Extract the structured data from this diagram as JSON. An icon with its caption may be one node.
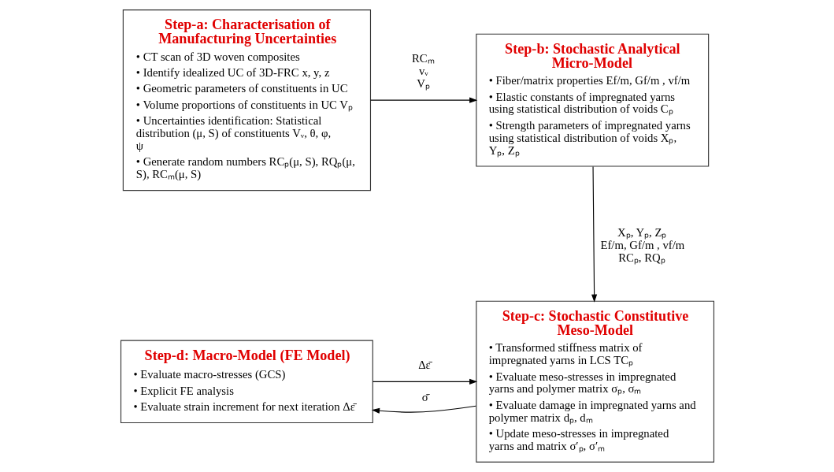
{
  "diagram": {
    "nodes": [
      {
        "text": [
          "Step-a: Characterisation of Manufacturing Uncertainties",
          "• CT scan of 3D woven composites",
          "• Identify idealized UC of 3D-FRC x, y, z",
          "• Geometric parameters of constituents in UC",
          "• Volume proportions of constituents in UC Vₚ",
          "• Uncertainties identification: Statistical distribution (μ, S) of constituents Vᵥ, θ, φ, ψ",
          "• Generate random numbers RCₚ(μ, S), RQₚ(μ, S), RCₘ(μ, S)"
        ]
      },
      {
        "text": [
          "Step-b: Stochastic Analytical Micro-Model",
          "• Fiber/matrix properties Ef/m, Gf/m , vf/m",
          "• Elastic constants of impregnated yarns using statistical distribution of voids Cₚ",
          "• Strength parameters of impregnated yarns using statistical distribution of voids Xₚ, Yₚ, Zₚ"
        ]
      },
      {
        "text": [
          "Step-d: Macro-Model (FE Model)",
          "• Evaluate macro-stresses (GCS)",
          "• Explicit FE analysis",
          "• Evaluate strain increment for next iteration Δε̄"
        ]
      },
      {
        "text": [
          "Step-c: Stochastic Constitutive Meso-Model",
          "• Transformed stiffness matrix of impregnated yarns in LCS TCₚ",
          "• Evaluate meso-stresses in impregnated yarns and polymer matrix σₚ, σₘ",
          "• Evaluate damage in impregnated yarns and polymer matrix dₚ, dₘ",
          "• Update meso-stresses in impregnated yarns and matrix σ′ₚ, σ′ₘ"
        ]
      }
    ],
    "edges": [
      {
        "from": 0,
        "to": 1,
        "arrow": "to",
        "label": "RCₘ vᵥ Vₚ"
      },
      {
        "from": 1,
        "to": 3,
        "arrow": "to",
        "label": "Xₚ, Yₚ, Zₚ Ef/m, Gf/m , vf/m RCₚ, RQₚ"
      },
      {
        "from": 3,
        "to": 2,
        "arrow": "to",
        "label": "σ̄"
      },
      {
        "from": 2,
        "to": 3,
        "arrow": "to",
        "label": "Δε̄"
      }
    ]
  }
}
